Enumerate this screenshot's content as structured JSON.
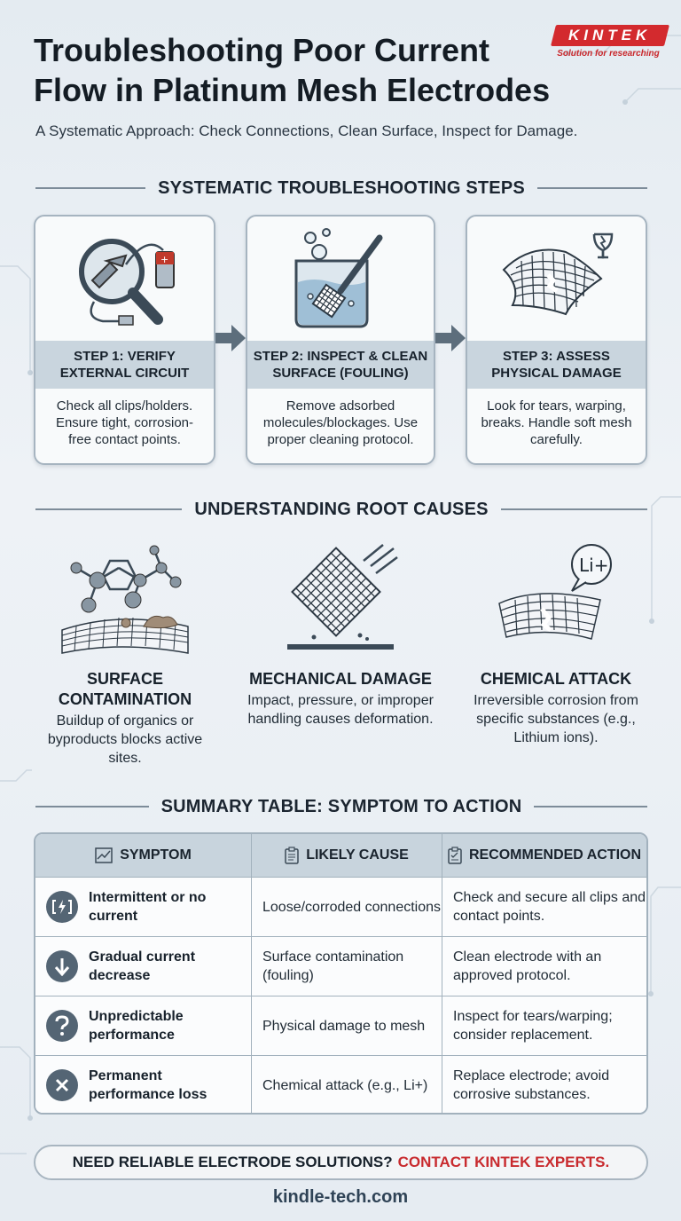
{
  "header": {
    "title": "Troubleshooting Poor Current Flow in Platinum Mesh Electrodes",
    "subtitle": "A Systematic Approach: Check Connections, Clean Surface, Inspect for Damage.",
    "logo_text": "KINTEK",
    "logo_tagline": "Solution for researching"
  },
  "steps_section": {
    "heading": "SYSTEMATIC TROUBLESHOOTING STEPS",
    "steps": [
      {
        "title": "STEP 1: VERIFY EXTERNAL CIRCUIT",
        "body": "Check all clips/holders. Ensure tight, corrosion-free contact points."
      },
      {
        "title": "STEP 2: INSPECT & CLEAN SURFACE (FOULING)",
        "body": "Remove adsorbed molecules/blockages. Use proper cleaning protocol."
      },
      {
        "title": "STEP 3: ASSESS PHYSICAL DAMAGE",
        "body": "Look for tears, warping, breaks. Handle soft mesh carefully."
      }
    ]
  },
  "causes_section": {
    "heading": "UNDERSTANDING ROOT CAUSES",
    "causes": [
      {
        "title": "SURFACE CONTAMINATION",
        "body": "Buildup of organics or byproducts blocks active sites."
      },
      {
        "title": "MECHANICAL DAMAGE",
        "body": "Impact, pressure, or improper handling causes deformation."
      },
      {
        "title": "CHEMICAL ATTACK",
        "body": "Irreversible corrosion from specific substances (e.g., Lithium ions).",
        "bubble_label": "Li+"
      }
    ]
  },
  "table_section": {
    "heading": "SUMMARY TABLE: SYMPTOM TO ACTION",
    "columns": [
      "SYMPTOM",
      "LIKELY CAUSE",
      "RECOMMENDED ACTION"
    ],
    "rows": [
      {
        "symptom": "Intermittent or no current",
        "cause": "Loose/corroded connections",
        "action": "Check and secure all clips and contact points.",
        "icon": "lightning-bracket-icon"
      },
      {
        "symptom": "Gradual current decrease",
        "cause": "Surface contamination (fouling)",
        "action": "Clean electrode with an approved protocol.",
        "icon": "down-arrow-icon"
      },
      {
        "symptom": "Unpredictable performance",
        "cause": "Physical damage to mesh",
        "action": "Inspect for tears/warping; consider replacement.",
        "icon": "question-icon"
      },
      {
        "symptom": "Permanent performance loss",
        "cause": "Chemical attack (e.g., Li+)",
        "action": "Replace electrode; avoid corrosive substances.",
        "icon": "x-icon"
      }
    ]
  },
  "cta": {
    "lead": "NEED RELIABLE ELECTRODE SOLUTIONS?",
    "highlight": "CONTACT KINTEK EXPERTS."
  },
  "footer": {
    "site": "kindle-tech.com"
  },
  "colors": {
    "accent_red": "#c82a2e",
    "header_band": "#c9d5de",
    "icon_dark": "#546574"
  }
}
